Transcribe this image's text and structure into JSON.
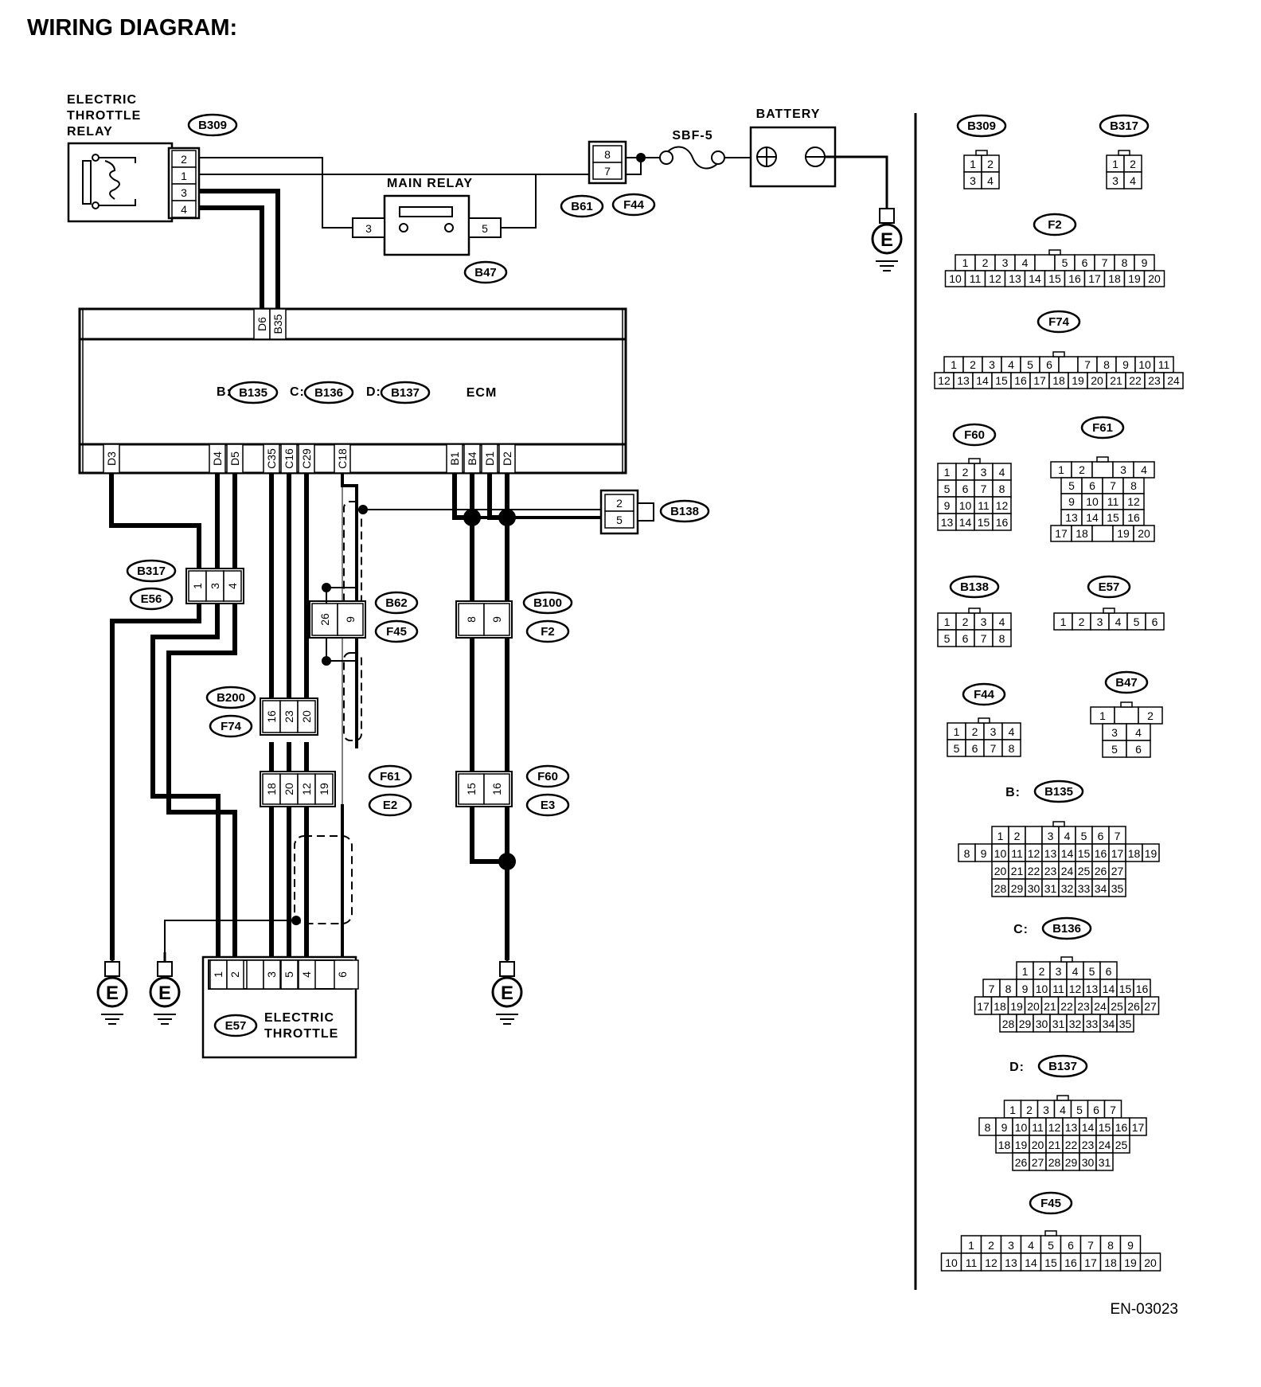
{
  "title": "WIRING DIAGRAM:",
  "footer_code": "EN-03023",
  "labels": {
    "relay": [
      "ELECTRIC",
      "THROTTLE",
      "RELAY"
    ],
    "main_relay": "MAIN RELAY",
    "battery": "BATTERY",
    "fuse": "SBF-5",
    "ecm": "ECM",
    "throttle": [
      "ELECTRIC",
      "THROTTLE"
    ],
    "ground": "E",
    "b_prefix": "B:",
    "c_prefix": "C:",
    "d_prefix": "D:"
  },
  "connectors": {
    "b309": "B309",
    "b47": "B47",
    "b61": "B61",
    "f44": "F44",
    "b135": "B135",
    "b136": "B136",
    "b137": "B137",
    "b138": "B138",
    "b317": "B317",
    "e56": "E56",
    "b62": "B62",
    "f45": "F45",
    "b100": "B100",
    "f2": "F2",
    "b200": "B200",
    "f74": "F74",
    "f61": "F61",
    "e2": "E2",
    "f60": "F60",
    "e3": "E3",
    "e57": "E57"
  },
  "pins": {
    "relay": [
      "2",
      "1",
      "3",
      "4"
    ],
    "main_relay": [
      "3",
      "5"
    ],
    "b61": [
      "8",
      "7"
    ],
    "ecm_top": [
      "D6",
      "B35"
    ],
    "ecm_bottom": [
      "D3",
      "D4",
      "D5",
      "C35",
      "C16",
      "C29",
      "C18",
      "B1",
      "B4",
      "D1",
      "D2"
    ],
    "b138": [
      "2",
      "5"
    ],
    "b317": [
      "1",
      "3",
      "4"
    ],
    "b62": [
      "26",
      "9"
    ],
    "b100": [
      "8",
      "9"
    ],
    "b200": [
      "16",
      "23",
      "20"
    ],
    "f61": [
      "18",
      "20",
      "12",
      "19"
    ],
    "f60": [
      "15",
      "16"
    ],
    "e57": [
      "1",
      "2",
      "3",
      "5",
      "4",
      "6"
    ]
  },
  "face_views": {
    "b309": [
      [
        "1",
        "2"
      ],
      [
        "3",
        "4"
      ]
    ],
    "b317": [
      [
        "1",
        "2"
      ],
      [
        "3",
        "4"
      ]
    ],
    "f2": [
      [
        "1",
        "2",
        "3",
        "4",
        "",
        "5",
        "6",
        "7",
        "8",
        "9"
      ],
      [
        "10",
        "11",
        "12",
        "13",
        "14",
        "15",
        "16",
        "17",
        "18",
        "19",
        "20"
      ]
    ],
    "f74": [
      [
        "1",
        "2",
        "3",
        "4",
        "5",
        "6",
        "",
        "7",
        "8",
        "9",
        "10",
        "11"
      ],
      [
        "12",
        "13",
        "14",
        "15",
        "16",
        "17",
        "18",
        "19",
        "20",
        "21",
        "22",
        "23",
        "24"
      ]
    ],
    "f60": [
      [
        "1",
        "2",
        "3",
        "4"
      ],
      [
        "5",
        "6",
        "7",
        "8"
      ],
      [
        "9",
        "10",
        "11",
        "12"
      ],
      [
        "13",
        "14",
        "15",
        "16"
      ]
    ],
    "f61": [
      [
        "1",
        "2",
        "",
        "3",
        "4"
      ],
      [
        "5",
        "6",
        "7",
        "8"
      ],
      [
        "9",
        "10",
        "11",
        "12"
      ],
      [
        "13",
        "14",
        "15",
        "16"
      ],
      [
        "17",
        "18",
        "",
        "19",
        "20"
      ]
    ],
    "b138": [
      [
        "1",
        "2",
        "3",
        "4"
      ],
      [
        "5",
        "6",
        "7",
        "8"
      ]
    ],
    "e57": [
      [
        "1",
        "2",
        "3",
        "4",
        "5",
        "6"
      ]
    ],
    "f44": [
      [
        "1",
        "2",
        "3",
        "4"
      ],
      [
        "5",
        "6",
        "7",
        "8"
      ]
    ],
    "b47": [
      [
        "1",
        "",
        "2"
      ],
      [
        "3",
        "4"
      ],
      [
        "5",
        "6"
      ]
    ],
    "b135": [
      [
        "1",
        "2",
        "",
        "3",
        "4",
        "5",
        "6",
        "7"
      ],
      [
        "8",
        "9",
        "10",
        "11",
        "12",
        "13",
        "14",
        "15",
        "16",
        "17",
        "18",
        "19"
      ],
      [
        "20",
        "21",
        "22",
        "23",
        "24",
        "25",
        "26",
        "27"
      ],
      [
        "28",
        "29",
        "30",
        "31",
        "32",
        "33",
        "34",
        "35"
      ]
    ],
    "b136": [
      [
        "1",
        "2",
        "3",
        "4",
        "5",
        "6"
      ],
      [
        "7",
        "8",
        "9",
        "10",
        "11",
        "12",
        "13",
        "14",
        "15",
        "16"
      ],
      [
        "17",
        "18",
        "19",
        "20",
        "21",
        "22",
        "23",
        "24",
        "25",
        "26",
        "27"
      ],
      [
        "28",
        "29",
        "30",
        "31",
        "32",
        "33",
        "34",
        "35"
      ]
    ],
    "b137": [
      [
        "1",
        "2",
        "3",
        "4",
        "5",
        "6",
        "7"
      ],
      [
        "8",
        "9",
        "10",
        "11",
        "12",
        "13",
        "14",
        "15",
        "16",
        "17"
      ],
      [
        "18",
        "19",
        "20",
        "21",
        "22",
        "23",
        "24",
        "25"
      ],
      [
        "26",
        "27",
        "28",
        "29",
        "30",
        "31"
      ]
    ],
    "f45": [
      [
        "1",
        "2",
        "3",
        "4",
        "5",
        "6",
        "7",
        "8",
        "9"
      ],
      [
        "10",
        "11",
        "12",
        "13",
        "14",
        "15",
        "16",
        "17",
        "18",
        "19",
        "20"
      ]
    ]
  }
}
